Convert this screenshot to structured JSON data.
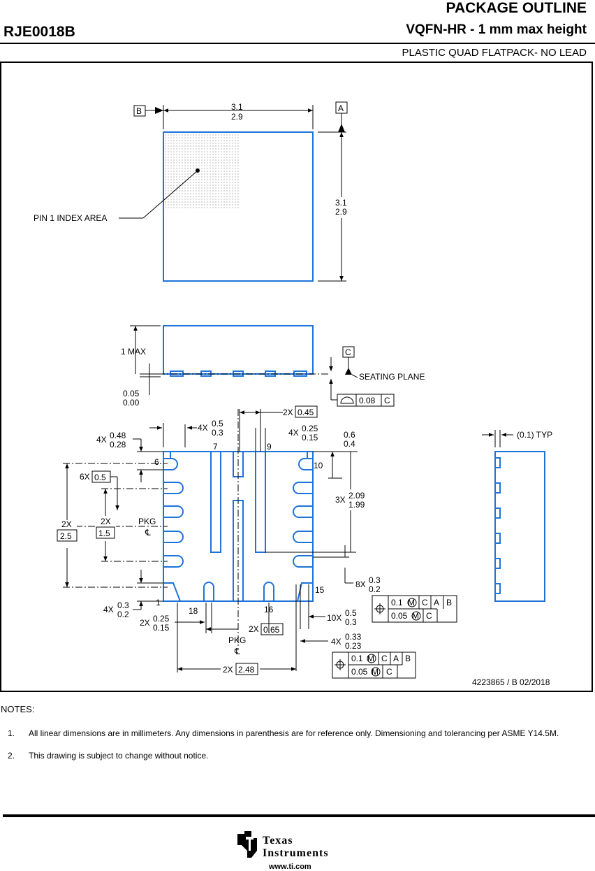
{
  "header": {
    "title": "PACKAGE OUTLINE",
    "subtitle": "VQFN-HR - 1 mm max height",
    "package_id": "RJE0018B",
    "package_type": "PLASTIC QUAD FLATPACK- NO LEAD"
  },
  "drawing": {
    "datum_a": "A",
    "datum_b": "B",
    "datum_c": "C",
    "top_width_max": "3.1",
    "top_width_min": "2.9",
    "top_height_max": "3.1",
    "top_height_min": "2.9",
    "pin1_label": "PIN 1 INDEX AREA",
    "one_max": "1 MAX",
    "standoff_max": "0.05",
    "standoff_min": "0.00",
    "seating_plane": "SEATING PLANE",
    "flatness_value": "0.08",
    "flatness_datum": "C",
    "pitch_2x_prefix": "2X",
    "pitch_2x_value": "0.45",
    "pad_4x_prefix": "4X",
    "pad_4x_max": "0.5",
    "pad_4x_min": "0.3",
    "lead_4x_prefix": "4X",
    "lead_4x_max": "0.25",
    "lead_4x_min": "0.15",
    "corner_4x_prefix": "4X",
    "corner_4x_max": "0.48",
    "corner_4x_min": "0.28",
    "right_06": "0.6",
    "right_04": "0.4",
    "typ_label": "(0.1) TYP",
    "pin6": "6",
    "pin7": "7",
    "pin9": "9",
    "pin10": "10",
    "pin1": "1",
    "pin18": "18",
    "pin16": "16",
    "pin15": "15",
    "pitch_6x_prefix": "6X",
    "pitch_6x_value": "0.5",
    "span_2x_prefix": "2X",
    "span_2x_value": "2.5",
    "span_15_prefix": "2X",
    "span_15_value": "1.5",
    "pkg_label": "PKG",
    "cl_symbol": "℄",
    "len_3x_prefix": "3X",
    "len_3x_max": "2.09",
    "len_3x_min": "1.99",
    "w_8x_prefix": "8X",
    "w_8x_max": "0.3",
    "w_8x_min": "0.2",
    "w_10x_prefix": "10X",
    "w_10x_max": "0.5",
    "w_10x_min": "0.3",
    "w_4x_bl_prefix": "4X",
    "w_4x_bl_max": "0.3",
    "w_4x_bl_min": "0.2",
    "w_2x_bot_prefix": "2X",
    "w_2x_bot_max": "0.25",
    "w_2x_bot_min": "0.15",
    "pitch_065_prefix": "2X",
    "pitch_065_value": "0.65",
    "w_4x_br_prefix": "4X",
    "w_4x_br_max": "0.33",
    "w_4x_br_min": "0.23",
    "span_248_prefix": "2X",
    "span_248_value": "2.48",
    "fcf1_tol1": "0.1",
    "fcf1_tol2": "0.05",
    "fcf_m": "M",
    "fcf_c": "C",
    "fcf_a": "A",
    "fcf_b": "B",
    "drawing_number": "4223865 / B   02/2018"
  },
  "notes": {
    "heading": "NOTES:",
    "items": [
      {
        "num": "1.",
        "text": "All linear dimensions are in millimeters. Any dimensions in parenthesis are for reference only. Dimensioning and tolerancing per ASME Y14.5M."
      },
      {
        "num": "2.",
        "text": "This drawing is subject to change without notice."
      }
    ]
  },
  "footer": {
    "brand_line1": "Texas",
    "brand_line2": "Instruments",
    "url": "www.ti.com"
  },
  "colors": {
    "outline": "#1e73d8",
    "text": "#000000"
  }
}
